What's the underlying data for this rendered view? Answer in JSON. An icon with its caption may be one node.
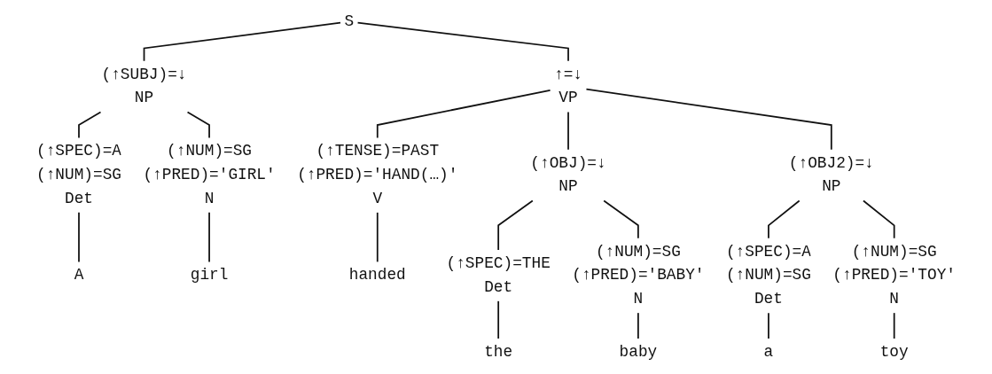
{
  "diagram": {
    "nodes": [
      {
        "text": [
          "S"
        ]
      },
      {
        "text": [
          "(↑SUBJ)=↓",
          "NP"
        ]
      },
      {
        "text": [
          "↑=↓",
          "VP"
        ]
      },
      {
        "text": [
          "(↑SPEC)=A",
          "(↑NUM)=SG",
          "Det"
        ]
      },
      {
        "text": [
          "(↑NUM)=SG",
          "(↑PRED)='GIRL'",
          "N"
        ]
      },
      {
        "text": [
          "A"
        ]
      },
      {
        "text": [
          "girl"
        ]
      },
      {
        "text": [
          "(↑TENSE)=PAST",
          "(↑PRED)='HAND(…)'",
          "V"
        ]
      },
      {
        "text": [
          "(↑OBJ)=↓",
          "NP"
        ]
      },
      {
        "text": [
          "(↑OBJ2)=↓",
          "NP"
        ]
      },
      {
        "text": [
          "handed"
        ]
      },
      {
        "text": [
          "(↑SPEC)=THE",
          "Det"
        ]
      },
      {
        "text": [
          "(↑NUM)=SG",
          "(↑PRED)='BABY'",
          "N"
        ]
      },
      {
        "text": [
          "(↑SPEC)=A",
          "(↑NUM)=SG",
          "Det"
        ]
      },
      {
        "text": [
          "(↑NUM)=SG",
          "(↑PRED)='TOY'",
          "N"
        ]
      },
      {
        "text": [
          "the"
        ]
      },
      {
        "text": [
          "baby"
        ]
      },
      {
        "text": [
          "a"
        ]
      },
      {
        "text": [
          "toy"
        ]
      }
    ],
    "edges": [
      {
        "from": 0,
        "to": 1,
        "arrow": "none"
      },
      {
        "from": 0,
        "to": 2,
        "arrow": "none"
      },
      {
        "from": 1,
        "to": 3,
        "arrow": "none"
      },
      {
        "from": 1,
        "to": 4,
        "arrow": "none"
      },
      {
        "from": 3,
        "to": 5,
        "arrow": "none"
      },
      {
        "from": 4,
        "to": 6,
        "arrow": "none"
      },
      {
        "from": 2,
        "to": 7,
        "arrow": "none"
      },
      {
        "from": 2,
        "to": 8,
        "arrow": "none"
      },
      {
        "from": 2,
        "to": 9,
        "arrow": "none"
      },
      {
        "from": 7,
        "to": 10,
        "arrow": "none"
      },
      {
        "from": 8,
        "to": 11,
        "arrow": "none"
      },
      {
        "from": 8,
        "to": 12,
        "arrow": "none"
      },
      {
        "from": 9,
        "to": 13,
        "arrow": "none"
      },
      {
        "from": 9,
        "to": 14,
        "arrow": "none"
      },
      {
        "from": 11,
        "to": 15,
        "arrow": "none"
      },
      {
        "from": 12,
        "to": 16,
        "arrow": "none"
      },
      {
        "from": 13,
        "to": 17,
        "arrow": "none"
      },
      {
        "from": 14,
        "to": 18,
        "arrow": "none"
      }
    ]
  }
}
